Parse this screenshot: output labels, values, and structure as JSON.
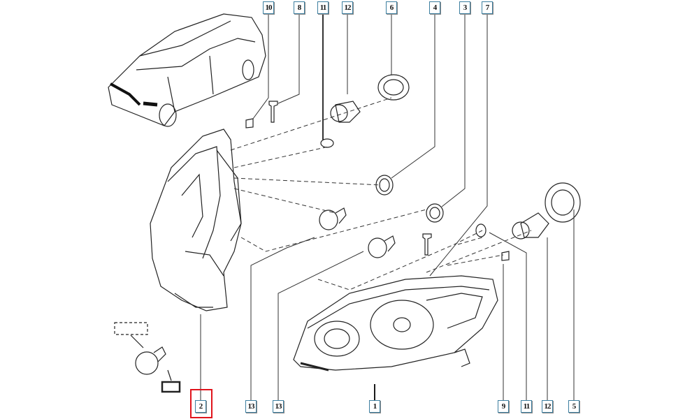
{
  "diagram": {
    "top_callouts": [
      "10",
      "8",
      "11",
      "12",
      "6",
      "4",
      "3",
      "7"
    ],
    "bottom_callouts": [
      "2",
      "13",
      "13",
      "1",
      "9",
      "11",
      "12",
      "5"
    ],
    "selected_callout": "2",
    "highlight_color": "#e0141c"
  }
}
